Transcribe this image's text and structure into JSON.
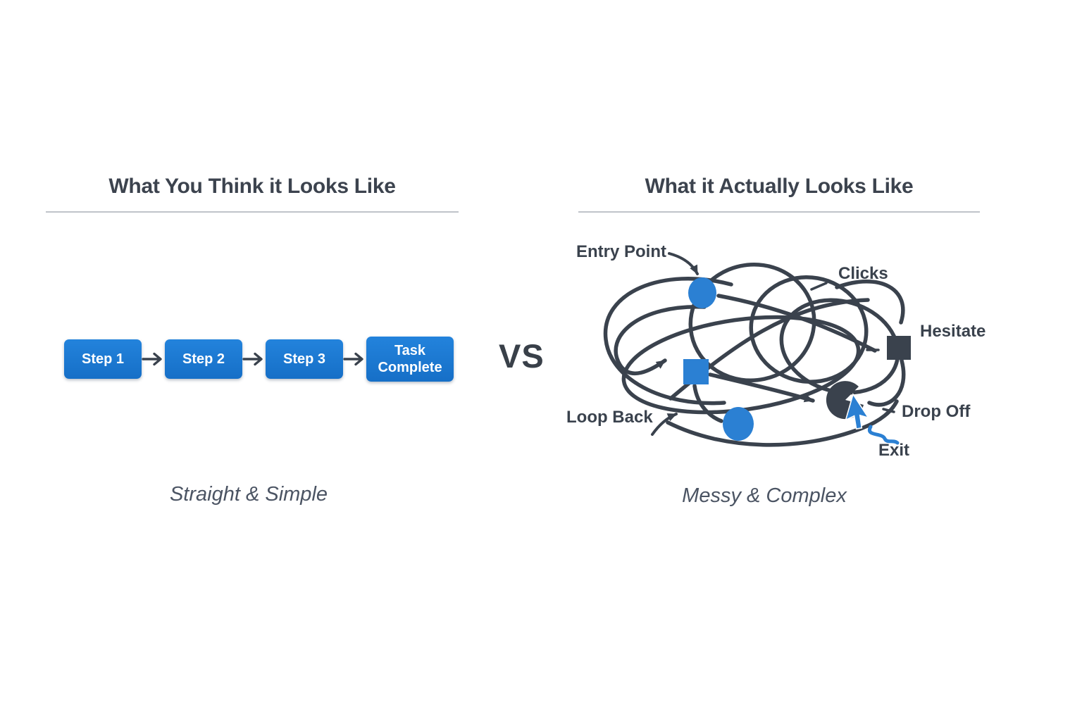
{
  "left": {
    "title": "What You Think it Looks Like",
    "caption": "Straight & Simple",
    "steps": [
      "Step 1",
      "Step 2",
      "Step 3",
      "Task Complete"
    ]
  },
  "vs_label": "VS",
  "right": {
    "title": "What it Actually Looks Like",
    "caption": "Messy & Complex",
    "labels": {
      "entry_point": "Entry Point",
      "clicks": "Clicks",
      "hesitate": "Hesitate",
      "drop_off": "Drop Off",
      "exit": "Exit",
      "loop_back": "Loop Back"
    }
  },
  "colors": {
    "step_box_blue": "#1a78cf",
    "node_blue": "#2b80d3",
    "dark_ink": "#3a424d",
    "title_text": "#3c434e",
    "caption_text": "#4b5463",
    "divider_gray": "#bfc3c9"
  }
}
